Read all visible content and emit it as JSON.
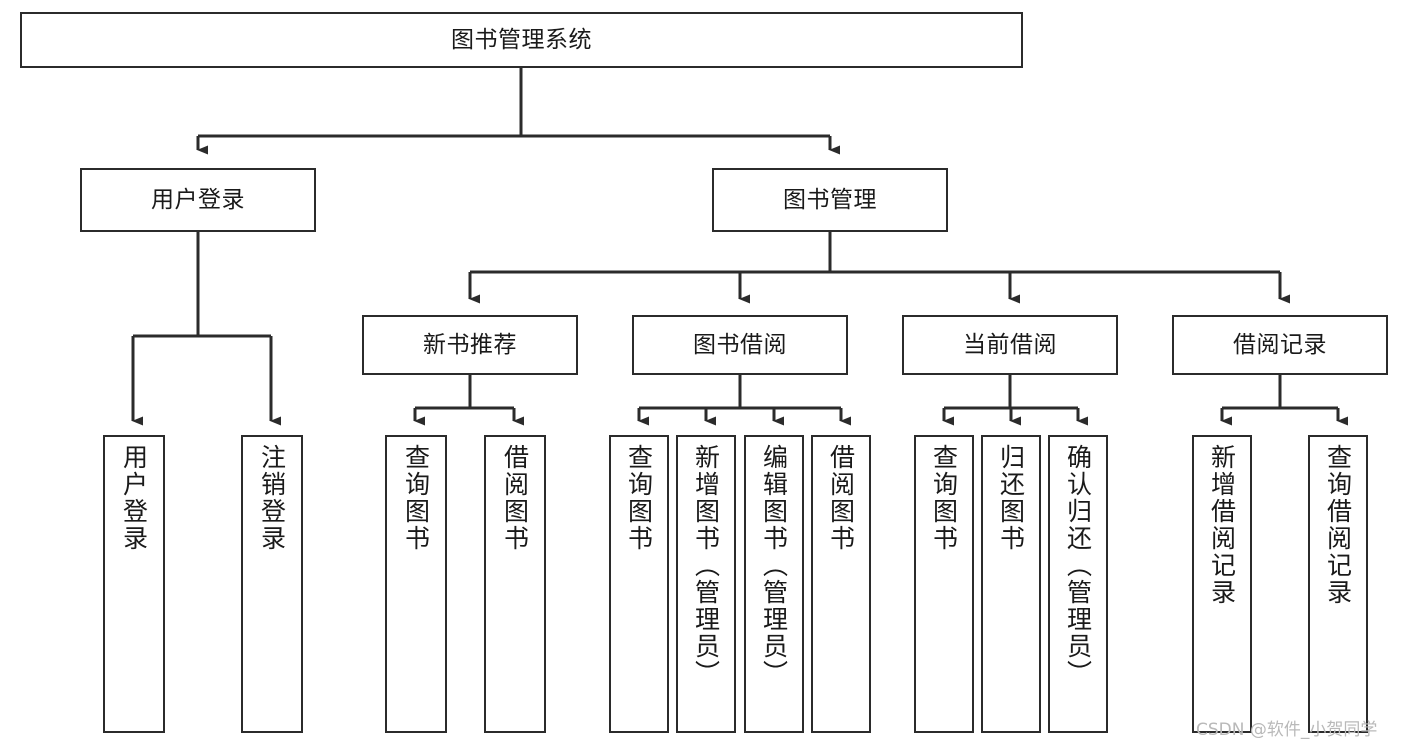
{
  "diagram": {
    "title": "图书管理系统",
    "watermark": "CSDN @软件_小贺同学",
    "colors": {
      "box_border": "#2b2b2b",
      "box_fill": "#ffffff",
      "connector": "#2b2b2b",
      "text": "#1a1a1a",
      "watermark": "#b9b9b9",
      "background": "#ffffff"
    },
    "root": {
      "label": "图书管理系统"
    },
    "level1": [
      {
        "label": "用户登录"
      },
      {
        "label": "图书管理"
      }
    ],
    "level2": [
      {
        "label": "新书推荐"
      },
      {
        "label": "图书借阅"
      },
      {
        "label": "当前借阅"
      },
      {
        "label": "借阅记录"
      }
    ],
    "leaves": {
      "user_login": [
        {
          "label": "用户登录"
        },
        {
          "label": "注销登录"
        }
      ],
      "new_book_recommend": [
        {
          "label": "查询图书"
        },
        {
          "label": "借阅图书"
        }
      ],
      "book_borrow": [
        {
          "label": "查询图书"
        },
        {
          "label": "新增图书（管理员）"
        },
        {
          "label": "编辑图书（管理员）"
        },
        {
          "label": "借阅图书"
        }
      ],
      "current_borrow": [
        {
          "label": "查询图书"
        },
        {
          "label": "归还图书"
        },
        {
          "label": "确认归还（管理员）"
        }
      ],
      "borrow_record": [
        {
          "label": "新增借阅记录"
        },
        {
          "label": "查询借阅记录"
        }
      ]
    }
  }
}
